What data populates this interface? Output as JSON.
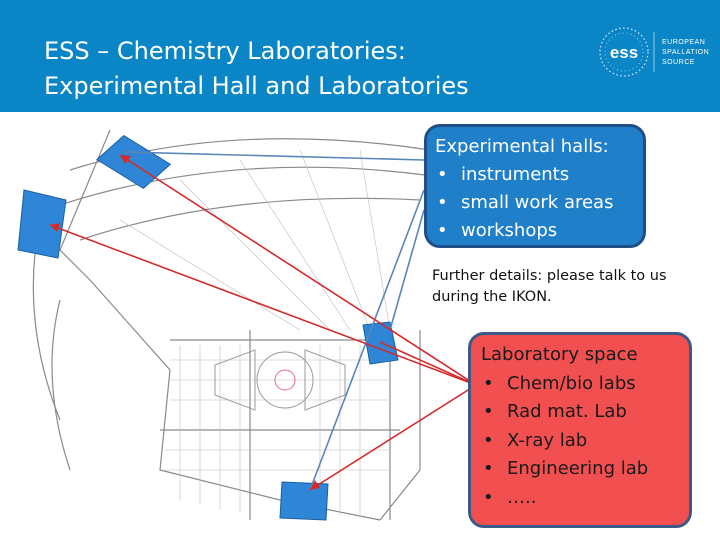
{
  "header": {
    "title_line1": "ESS – Chemistry Laboratories:",
    "title_line2": "Experimental Hall and Laboratories",
    "logo": {
      "mark": "ess",
      "text_line1": "EUROPEAN",
      "text_line2": "SPALLATION",
      "text_line3": "SOURCE"
    }
  },
  "halls_box": {
    "heading": "Experimental halls:",
    "items": [
      "instruments",
      "small work areas",
      "workshops"
    ]
  },
  "note": {
    "line1": "Further details: please talk to us",
    "line2": "during the IKON."
  },
  "labs_box": {
    "heading": "Laboratory space",
    "items": [
      "Chem/bio labs",
      "Rad mat. Lab",
      "X-ray lab",
      "Engineering lab",
      "….."
    ]
  },
  "colors": {
    "header_blue": "#0a86c6",
    "halls_box_fill": "#1f7fc8",
    "labs_box_fill": "#f25050",
    "arrow_red": "#d62a2a",
    "arrow_blue": "#5a86b8",
    "lab_block_blue": "#2f86d6"
  }
}
